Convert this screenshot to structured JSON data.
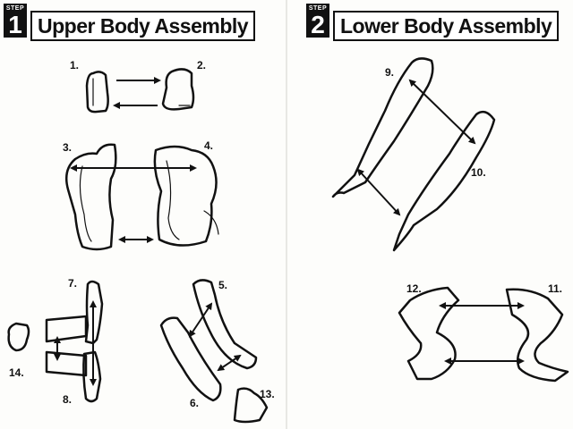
{
  "left": {
    "step_word": "STEP",
    "step_number": "1",
    "title": "Upper Body Assembly",
    "labels": [
      "1.",
      "2.",
      "3.",
      "4.",
      "5.",
      "6.",
      "7.",
      "8.",
      "13.",
      "14."
    ]
  },
  "right": {
    "step_word": "STEP",
    "step_number": "2",
    "title": "Lower Body Assembly",
    "labels": [
      "9.",
      "10.",
      "11.",
      "12."
    ]
  }
}
